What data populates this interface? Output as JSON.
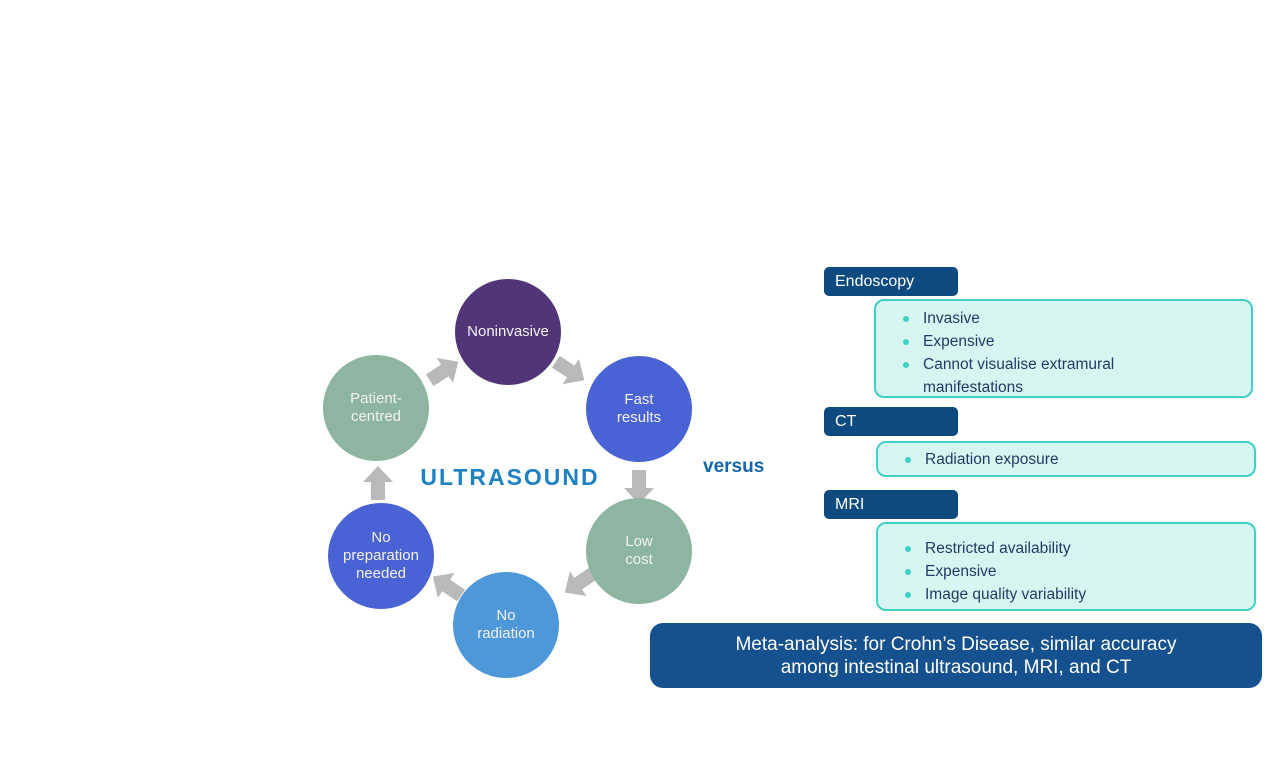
{
  "page": {
    "background": "#ffffff"
  },
  "ultrasound_cycle": {
    "center_label": "ULTRASOUND",
    "center_color": "#1e81c2",
    "arrow_color": "#b9b9b9",
    "circles": [
      {
        "id": "noninvasive",
        "label": "Noninvasive",
        "color": "#513577"
      },
      {
        "id": "fast-results",
        "label": "Fast\nresults",
        "color": "#4a63d4"
      },
      {
        "id": "low-cost",
        "label": "Low\ncost",
        "color": "#8db5a2"
      },
      {
        "id": "no-radiation",
        "label": "No\nradiation",
        "color": "#4e97d9"
      },
      {
        "id": "no-preparation",
        "label": "No\npreparation\nneeded",
        "color": "#4a63d4"
      },
      {
        "id": "patient-centred",
        "label": "Patient-\ncentred",
        "color": "#8db5a2"
      }
    ]
  },
  "versus": {
    "label": "versus",
    "color": "#1565ad"
  },
  "modalities": [
    {
      "title": "Endoscopy",
      "items": [
        "Invasive",
        "Expensive",
        "Cannot visualise extramural manifestations"
      ]
    },
    {
      "title": "CT",
      "items": [
        "Radiation exposure"
      ]
    },
    {
      "title": "MRI",
      "items": [
        "Restricted availability",
        "Expensive",
        "Image quality variability"
      ]
    }
  ],
  "modality_style": {
    "header_bg": "#0d4a7f",
    "header_text": "#ffffff",
    "panel_bg": "#d9f5f1",
    "panel_border": "#3ed1c6",
    "bullet_color": "#3ed1c6",
    "text_color": "#233a66"
  },
  "meta_analysis": {
    "text": "Meta-analysis: for Crohn’s Disease, similar accuracy\namong intestinal ultrasound, MRI, and CT",
    "bg": "#14518e",
    "text_color": "#ffffff"
  }
}
